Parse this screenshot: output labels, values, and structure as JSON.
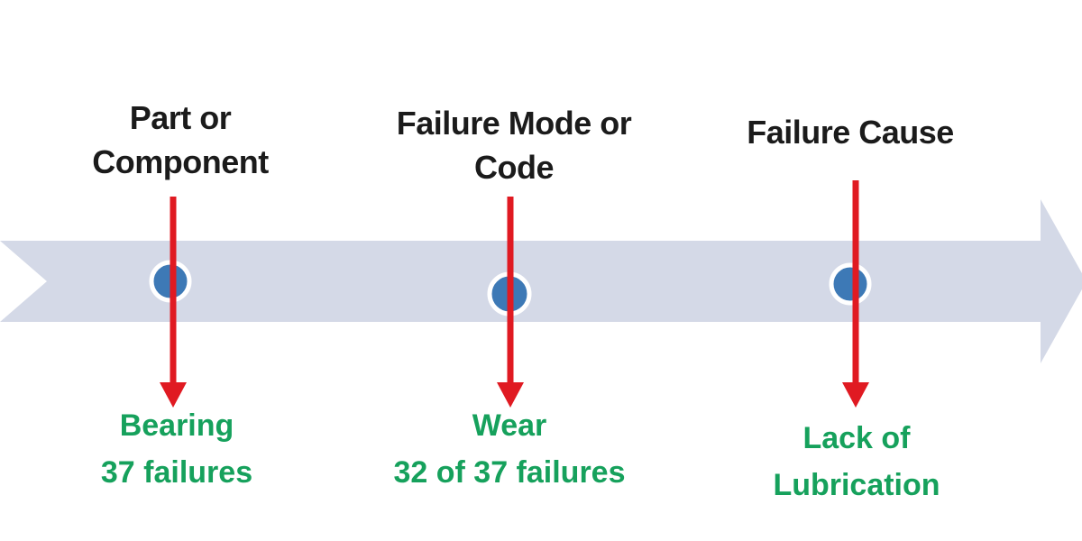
{
  "diagram": {
    "name": "failure-analysis-flow",
    "stages": [
      {
        "label": "Part or Component",
        "result_line1": "Bearing",
        "result_line2": "37 failures"
      },
      {
        "label": "Failure Mode or Code",
        "result_line1": "Wear",
        "result_line2": "32 of 37 failures"
      },
      {
        "label": "Failure Cause",
        "result_line1": "Lack of",
        "result_line2": "Lubrication"
      }
    ],
    "colors": {
      "band": "#d4d9e7",
      "dot_fill": "#3d79b6",
      "dot_ring": "#ffffff",
      "arrow_red": "#e01a22",
      "result_green": "#16a15c",
      "label_black": "#1b1b1b"
    }
  }
}
